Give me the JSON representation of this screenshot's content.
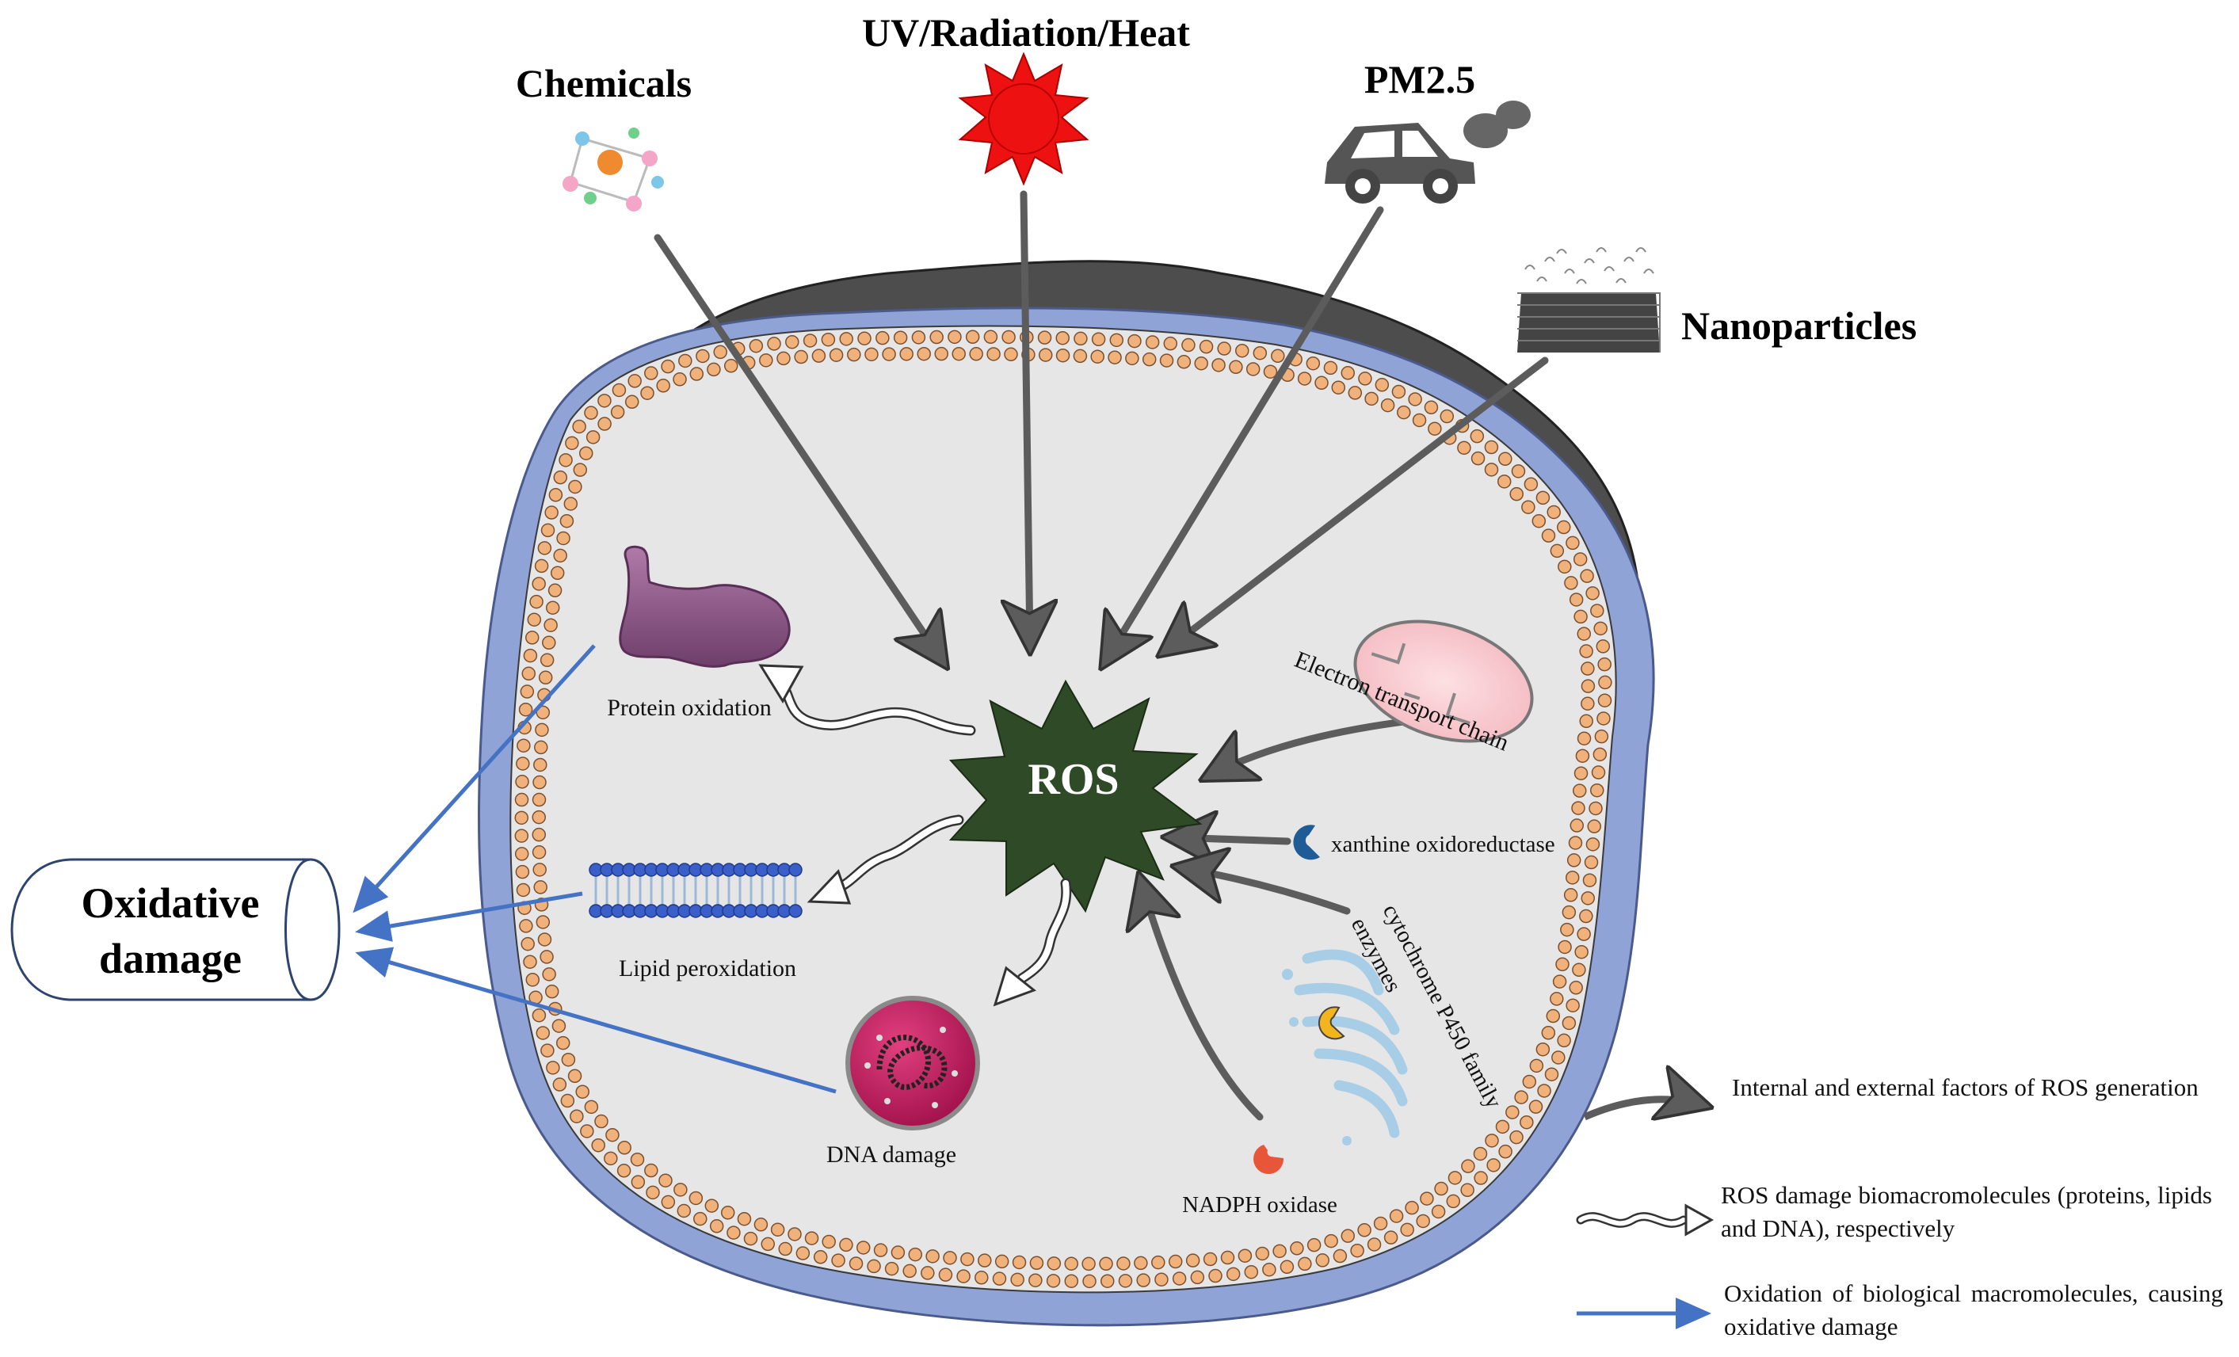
{
  "external_factors": {
    "chemicals": "Chemicals",
    "uv": "UV/Radiation/Heat",
    "pm25": "PM2.5",
    "nanoparticles": "Nanoparticles"
  },
  "center": {
    "label": "ROS"
  },
  "internal_sources": {
    "etc": "Electron transport chain",
    "xanthine": "xanthine oxidoreductase",
    "cyp_line1": "cytochrome P450 family",
    "cyp_line2": "enzymes",
    "nadph": "NADPH oxidase"
  },
  "damage": {
    "protein": "Protein oxidation",
    "lipid": "Lipid peroxidation",
    "dna": "DNA damage"
  },
  "outcome": {
    "line1": "Oxidative",
    "line2": "damage"
  },
  "legend": {
    "gray_arrow": "Internal and external factors of ROS generation",
    "wavy_arrow": "ROS damage biomacromolecules (proteins, lipids and DNA), respectively",
    "blue_arrow": "Oxidation of biological macromolecules, causing oxidative damage"
  },
  "colors": {
    "ros_star": "#2f4a26",
    "gray_arrow": "#5c5c5c",
    "blue_arrow": "#4472c4",
    "cell_fill": "#e6e6e6",
    "membrane_bead": "#f0b27a",
    "cell_wall_dark": "#4d4d4d",
    "sun": "#ee1111",
    "protein": "#8e5a8a",
    "dna_sphere": "#c2185b"
  }
}
